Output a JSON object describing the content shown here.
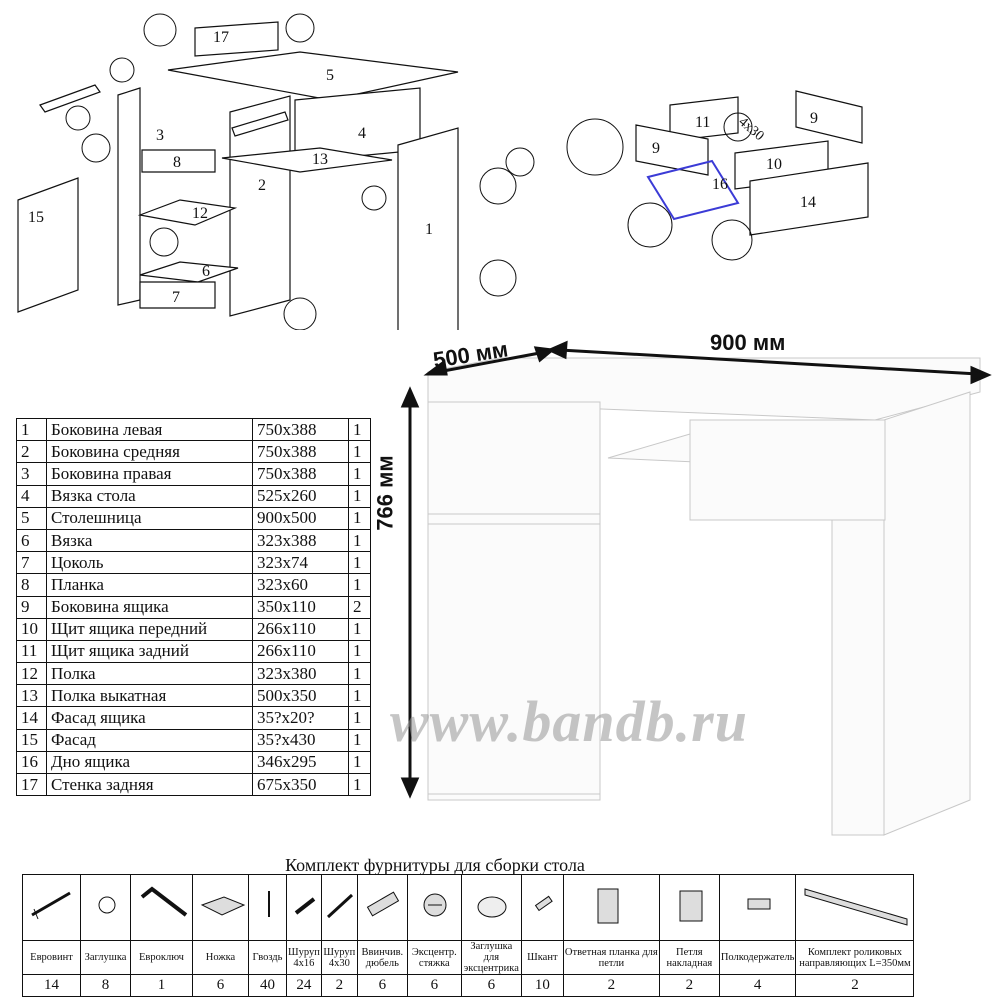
{
  "dimensions": {
    "depth": "500 мм",
    "width": "900 мм",
    "height": "766 мм"
  },
  "parts": [
    {
      "num": "1",
      "name": "Боковина левая",
      "size": "750x388",
      "qty": "1"
    },
    {
      "num": "2",
      "name": "Боковина средняя",
      "size": "750x388",
      "qty": "1"
    },
    {
      "num": "3",
      "name": "Боковина правая",
      "size": "750x388",
      "qty": "1"
    },
    {
      "num": "4",
      "name": "Вязка стола",
      "size": "525x260",
      "qty": "1"
    },
    {
      "num": "5",
      "name": "Столешница",
      "size": "900x500",
      "qty": "1"
    },
    {
      "num": "6",
      "name": "Вязка",
      "size": "323x388",
      "qty": "1"
    },
    {
      "num": "7",
      "name": "Цоколь",
      "size": "323x74",
      "qty": "1"
    },
    {
      "num": "8",
      "name": "Планка",
      "size": "323x60",
      "qty": "1"
    },
    {
      "num": "9",
      "name": "Боковина ящика",
      "size": "350x110",
      "qty": "2"
    },
    {
      "num": "10",
      "name": "Щит ящика передний",
      "size": "266x110",
      "qty": "1"
    },
    {
      "num": "11",
      "name": "Щит ящика задний",
      "size": "266x110",
      "qty": "1"
    },
    {
      "num": "12",
      "name": "Полка",
      "size": "323x380",
      "qty": "1"
    },
    {
      "num": "13",
      "name": "Полка выкатная",
      "size": "500x350",
      "qty": "1"
    },
    {
      "num": "14",
      "name": "Фасад ящика",
      "size": "35?x20?",
      "qty": "1"
    },
    {
      "num": "15",
      "name": "Фасад",
      "size": "35?x430",
      "qty": "1"
    },
    {
      "num": "16",
      "name": "Дно ящика",
      "size": "346x295",
      "qty": "1"
    },
    {
      "num": "17",
      "name": "Стенка задняя",
      "size": "675x350",
      "qty": "1"
    }
  ],
  "hardware": {
    "title": "Комплект фурнитуры для сборки стола",
    "items": [
      {
        "name": "Евровинт",
        "qty": "14",
        "icon": "eurovint-icon"
      },
      {
        "name": "Заглушка",
        "qty": "8",
        "icon": "cap-icon"
      },
      {
        "name": "Евроключ",
        "qty": "1",
        "icon": "hex-key-icon"
      },
      {
        "name": "Ножка",
        "qty": "6",
        "icon": "foot-icon"
      },
      {
        "name": "Гвоздь",
        "qty": "40",
        "icon": "nail-icon"
      },
      {
        "name": "Шуруп 4x16",
        "qty": "24",
        "icon": "screw-short-icon"
      },
      {
        "name": "Шуруп 4x30",
        "qty": "2",
        "icon": "screw-long-icon"
      },
      {
        "name": "Ввинчив. дюбель",
        "qty": "6",
        "icon": "dowel-screw-icon"
      },
      {
        "name": "Эксцентр. стяжка",
        "qty": "6",
        "icon": "cam-lock-icon"
      },
      {
        "name": "Заглушка для эксцентрика",
        "qty": "6",
        "icon": "cam-cap-icon"
      },
      {
        "name": "Шкант",
        "qty": "10",
        "icon": "wood-dowel-icon"
      },
      {
        "name": "Ответная планка для петли",
        "qty": "2",
        "icon": "hinge-plate-icon"
      },
      {
        "name": "Петля накладная",
        "qty": "2",
        "icon": "hinge-icon"
      },
      {
        "name": "Полкодержатель",
        "qty": "4",
        "icon": "shelf-support-icon"
      },
      {
        "name": "Комплект роликовых направляющих L=350мм",
        "qty": "2",
        "icon": "drawer-slide-icon"
      }
    ]
  },
  "diagram_labels": {
    "assembly": [
      "1",
      "2",
      "3",
      "4",
      "5",
      "6",
      "7",
      "8",
      "12",
      "13",
      "15",
      "17"
    ],
    "drawer": [
      "9",
      "9",
      "10",
      "11",
      "14",
      "16"
    ],
    "drawer_screw_note": "4x30"
  },
  "watermark": "www.bandb.ru"
}
